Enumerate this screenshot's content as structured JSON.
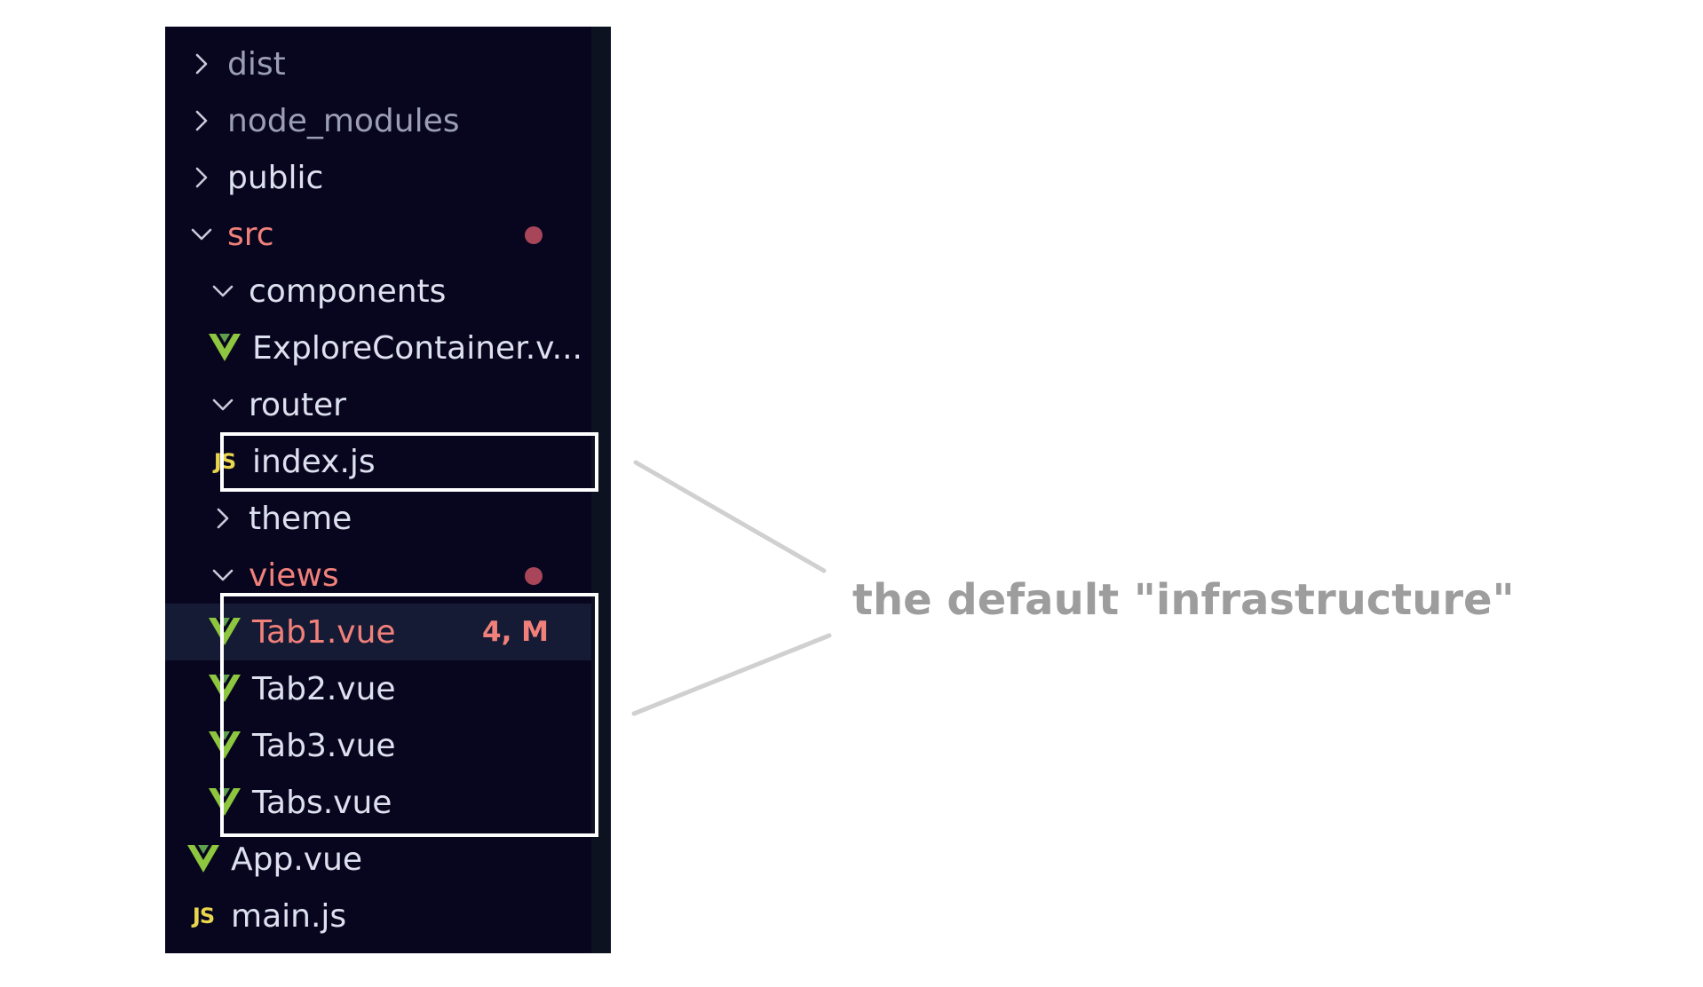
{
  "explorer": {
    "items": [
      {
        "label": "dist",
        "type": "folder",
        "depth": 0,
        "expanded": false,
        "state": "ignored"
      },
      {
        "label": "node_modules",
        "type": "folder",
        "depth": 0,
        "expanded": false,
        "state": "ignored"
      },
      {
        "label": "public",
        "type": "folder",
        "depth": 0,
        "expanded": false,
        "state": "normal"
      },
      {
        "label": "src",
        "type": "folder",
        "depth": 0,
        "expanded": true,
        "state": "modified",
        "dot": true
      },
      {
        "label": "components",
        "type": "folder",
        "depth": 1,
        "expanded": true,
        "state": "normal"
      },
      {
        "label": "ExploreContainer.v...",
        "type": "vue-file",
        "depth": 1,
        "state": "normal"
      },
      {
        "label": "router",
        "type": "folder",
        "depth": 1,
        "expanded": true,
        "state": "normal"
      },
      {
        "label": "index.js",
        "type": "js-file",
        "depth": 1,
        "state": "normal"
      },
      {
        "label": "theme",
        "type": "folder",
        "depth": 1,
        "expanded": false,
        "state": "normal"
      },
      {
        "label": "views",
        "type": "folder",
        "depth": 1,
        "expanded": true,
        "state": "modified",
        "dot": true
      },
      {
        "label": "Tab1.vue",
        "type": "vue-file",
        "depth": 1,
        "state": "modified",
        "badge": "4, M",
        "selected": true
      },
      {
        "label": "Tab2.vue",
        "type": "vue-file",
        "depth": 1,
        "state": "normal"
      },
      {
        "label": "Tab3.vue",
        "type": "vue-file",
        "depth": 1,
        "state": "normal"
      },
      {
        "label": "Tabs.vue",
        "type": "vue-file",
        "depth": 1,
        "state": "normal"
      },
      {
        "label": "App.vue",
        "type": "vue-file",
        "depth": 0,
        "state": "normal"
      },
      {
        "label": "main.js",
        "type": "js-file",
        "depth": 0,
        "state": "normal"
      }
    ]
  },
  "icons": {
    "js": "JS",
    "vue": "vue-logo-icon",
    "folder_collapsed": "chevron-right-icon",
    "folder_expanded": "chevron-down-icon"
  },
  "annotation": {
    "text": "the default \"infrastructure\""
  },
  "colors": {
    "sidebar_bg": "#08061f",
    "selected_row_bg": "#151b34",
    "text": "#dde1ef",
    "ignored_text": "#9b9fb4",
    "modified_text": "#f1807a",
    "dot": "#a84559",
    "vue_green": "#8dc63f",
    "js_yellow": "#e8d44d",
    "annotation_text": "#9d9d9d",
    "callout_line": "#d0d0d0",
    "highlight_border": "#ffffff"
  }
}
